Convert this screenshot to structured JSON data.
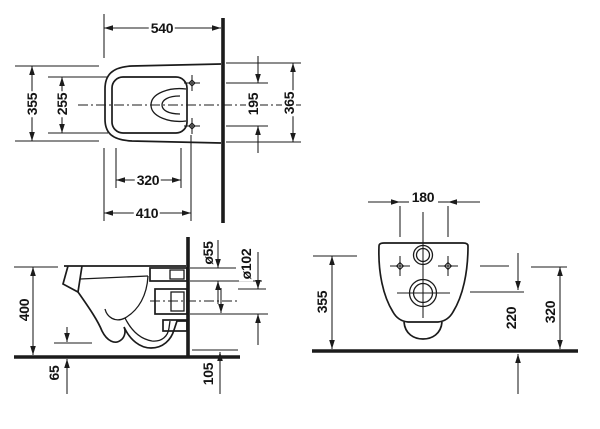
{
  "colors": {
    "background": "#ffffff",
    "line": "#1b1b1b",
    "text": "#141414"
  },
  "views": {
    "top": {
      "dims": {
        "overall_depth": "540",
        "width_front": "355",
        "bowl_inner_width": "255",
        "seat_holes_cc": "195",
        "width_at_wall": "365",
        "bowl_inner_length": "320",
        "front_to_holes": "410"
      }
    },
    "side": {
      "dims": {
        "rim_height": "400",
        "front_bottom_clearance": "65",
        "inlet_diameter": "ø55",
        "outlet_diameter": "ø102",
        "outlet_bottom_height": "105"
      }
    },
    "rear": {
      "dims": {
        "fixing_holes_spacing": "180",
        "inlet_center_height": "355",
        "outlet_center_height": "220",
        "fixing_holes_height": "320"
      }
    }
  }
}
